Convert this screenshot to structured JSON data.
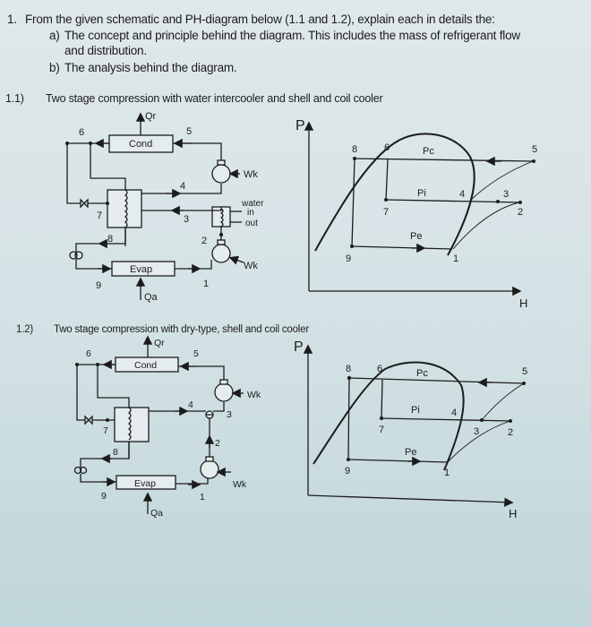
{
  "question": {
    "number": "1.",
    "intro": "From the given schematic and PH-diagram below (1.1 and 1.2), explain each in details the:",
    "items": [
      {
        "marker": "a)",
        "line1": "The concept and principle behind the diagram. This includes the mass of refrigerant flow",
        "line2": "and distribution."
      },
      {
        "marker": "b)",
        "line1": "The analysis  behind the diagram."
      }
    ]
  },
  "sections": [
    {
      "number": "1.1)",
      "title": "Two stage compression with water intercooler and shell and coil cooler",
      "schematic": {
        "condenser": "Cond",
        "evaporator": "Evap",
        "heat_rejected": "Qr",
        "heat_absorbed": "Qa",
        "work_high": "Wk",
        "work_low": "Wk",
        "water_labels": [
          "water",
          "in",
          "out"
        ],
        "points": [
          "1",
          "2",
          "3",
          "4",
          "5",
          "6",
          "7",
          "8",
          "9"
        ]
      },
      "ph_diagram": {
        "y_axis": "P",
        "x_axis": "H",
        "pressure_lines": {
          "high": "Pc",
          "intermediate": "Pi",
          "low": "Pe"
        },
        "points": [
          "1",
          "2",
          "3",
          "4",
          "5",
          "6",
          "7",
          "8",
          "9"
        ]
      }
    },
    {
      "number": "1.2)",
      "title": "Two stage compression with dry-type, shell and coil cooler",
      "schematic": {
        "condenser": "Cond",
        "evaporator": "Evap",
        "heat_rejected": "Qr",
        "heat_absorbed": "Qa",
        "work_high": "Wk",
        "work_low": "Wk",
        "points": [
          "1",
          "2",
          "3",
          "4",
          "5",
          "6",
          "7",
          "8",
          "9"
        ]
      },
      "ph_diagram": {
        "y_axis": "P",
        "x_axis": "H",
        "pressure_lines": {
          "high": "Pc",
          "intermediate": "Pi",
          "low": "Pe"
        },
        "points": [
          "1",
          "2",
          "3",
          "4",
          "5",
          "6",
          "7",
          "8",
          "9"
        ]
      }
    }
  ]
}
